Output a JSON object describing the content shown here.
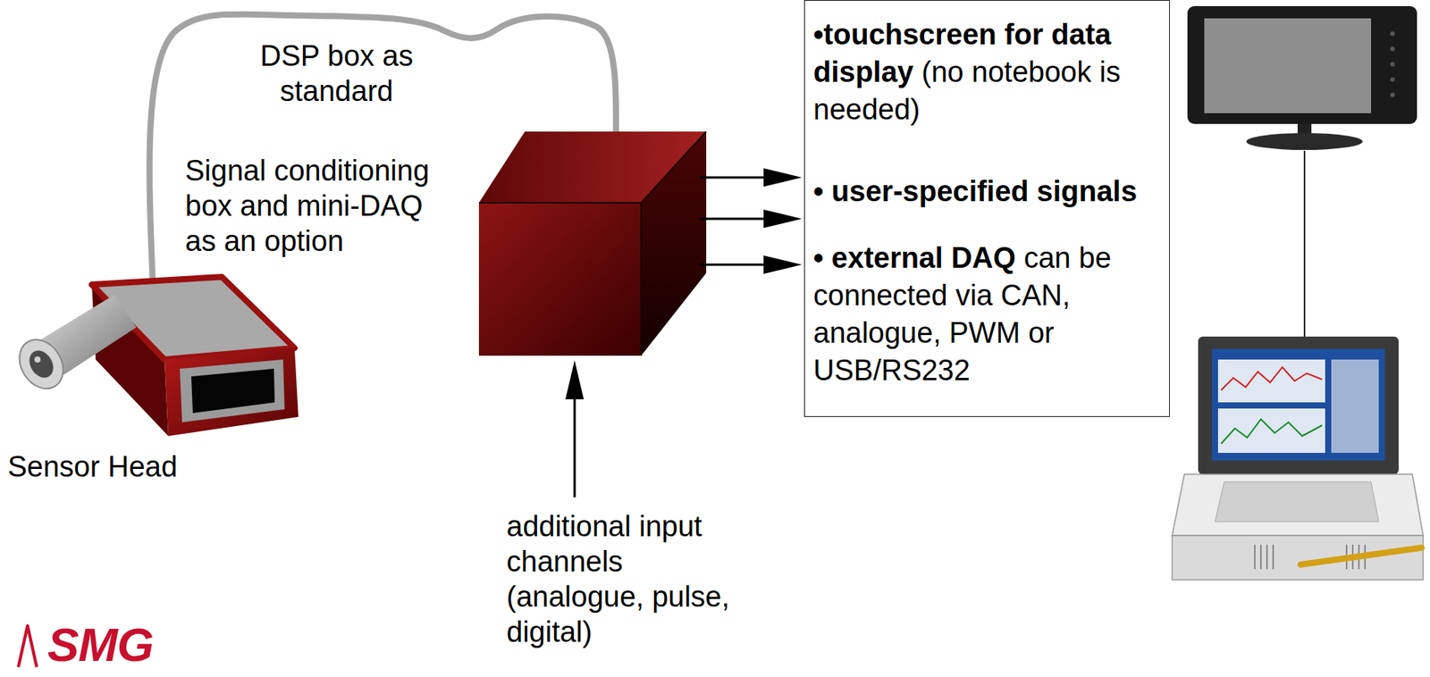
{
  "diagram": {
    "nodes": [
      {
        "text": [
          "Sensor Head"
        ]
      },
      {
        "text": [
          "•touchscreen for data display",
          "(no notebook is needed)",
          "• user-specified signals",
          "• external DAQ",
          "can be connected via CAN, analogue, PWM or USB/RS232"
        ]
      }
    ],
    "labels": [
      "DSP box as standard",
      "Signal conditioning box and mini-DAQ as an option",
      "additional input channels (analogue, pulse, digital)",
      "SMG"
    ]
  }
}
